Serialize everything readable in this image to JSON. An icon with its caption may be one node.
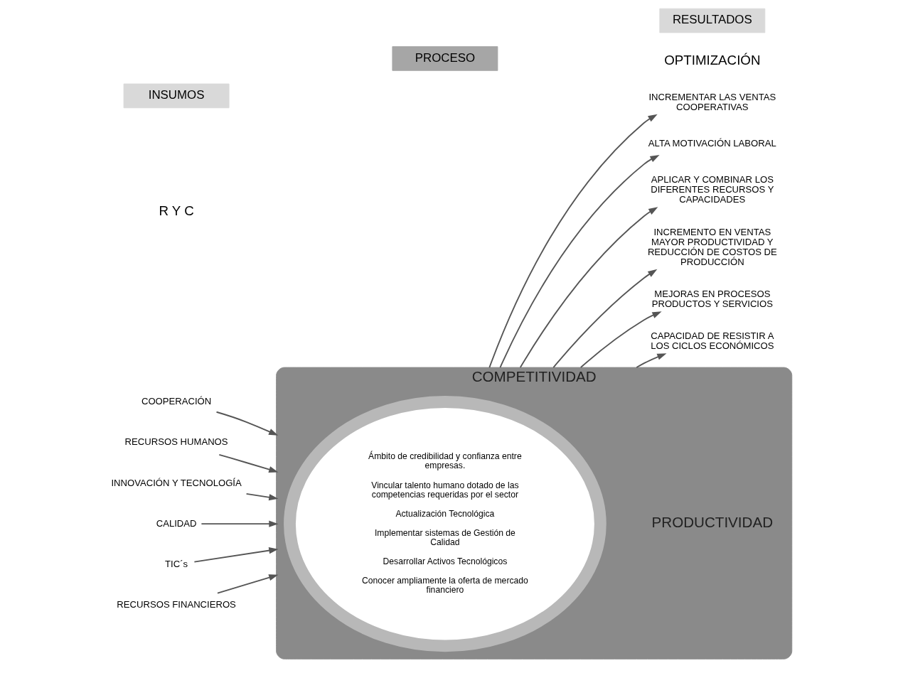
{
  "diagram": {
    "nodes": [
      {
        "text": [
          "INSUMOS"
        ]
      },
      {
        "text": [
          "PROCESO"
        ]
      },
      {
        "text": [
          "RESULTADOS"
        ]
      },
      {
        "text": [
          "COMPETITIVIDAD",
          "PRODUCTIVIDAD"
        ]
      },
      {
        "text": [
          "Ámbito de credibilidad y confianza entre empresas.",
          "Vincular talento humano dotado de las competencias requeridas por el sector",
          "Actualización Tecnológica",
          "Implementar sistemas de Gestión de Calidad",
          "Desarrollar Activos Tecnológicos",
          "Conocer ampliamente la oferta de mercado financiero"
        ],
        "in": 3
      },
      {
        "text": [
          "COOPERACIÓN"
        ]
      },
      {
        "text": [
          "RECURSOS HUMANOS"
        ]
      },
      {
        "text": [
          "INNOVACIÓN Y TECNOLOGÍA"
        ]
      },
      {
        "text": [
          "CALIDAD"
        ]
      },
      {
        "text": [
          "TIC´s"
        ]
      },
      {
        "text": [
          "RECURSOS FINANCIEROS"
        ]
      },
      {
        "text": [
          "INCREMENTAR LAS VENTAS COOPERATIVAS"
        ]
      },
      {
        "text": [
          "ALTA MOTIVACIÓN LABORAL"
        ]
      },
      {
        "text": [
          "APLICAR Y COMBINAR LOS DIFERENTES RECURSOS Y CAPACIDADES"
        ]
      },
      {
        "text": [
          "INCREMENTO EN VENTAS MAYOR PRODUCTIVIDAD Y REDUCCIÓN DE COSTOS DE PRODUCCIÓN"
        ]
      },
      {
        "text": [
          "MEJORAS EN PROCESOS PRODUCTOS Y SERVICIOS"
        ]
      },
      {
        "text": [
          "CAPACIDAD DE RESISTIR A LOS CICLOS ECONÓMICOS"
        ]
      }
    ],
    "edges": [
      {
        "from": 5,
        "to": 3,
        "arrow": "to"
      },
      {
        "from": 6,
        "to": 3,
        "arrow": "to"
      },
      {
        "from": 7,
        "to": 3,
        "arrow": "to"
      },
      {
        "from": 8,
        "to": 3,
        "arrow": "to"
      },
      {
        "from": 9,
        "to": 3,
        "arrow": "to"
      },
      {
        "from": 10,
        "to": 3,
        "arrow": "to"
      },
      {
        "from": 3,
        "to": 11,
        "arrow": "to"
      },
      {
        "from": 3,
        "to": 12,
        "arrow": "to"
      },
      {
        "from": 3,
        "to": 13,
        "arrow": "to"
      },
      {
        "from": 3,
        "to": 14,
        "arrow": "to"
      },
      {
        "from": 3,
        "to": 15,
        "arrow": "to"
      },
      {
        "from": 3,
        "to": 16,
        "arrow": "to"
      }
    ],
    "labels": [
      "R Y C",
      "OPTIMIZACIÓN"
    ]
  }
}
